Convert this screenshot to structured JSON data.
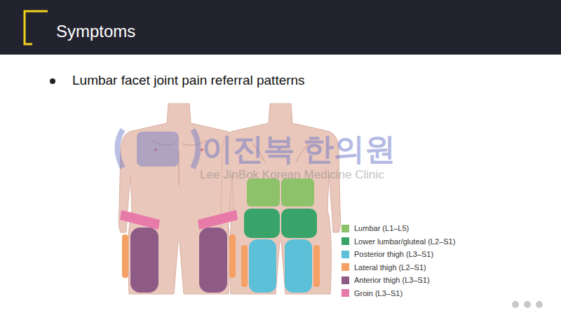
{
  "diagram": {
    "title": "Symptoms",
    "labels": [
      "Lumbar facet joint pain referral patterns",
      "이진복 한의원",
      "Lee JinBok Korean Medicine Clinic"
    ],
    "legend": [
      {
        "text": "Lumbar (L1–L5)",
        "color": "#8dc26a"
      },
      {
        "text": "Lower lumbar/gluteal (L2–S1)",
        "color": "#38a46a"
      },
      {
        "text": "Posterior thigh (L3–S1)",
        "color": "#5bc0d8"
      },
      {
        "text": "Lateral thigh (L2–S1)",
        "color": "#f5a064"
      },
      {
        "text": "Anterior thigh (L3–S1)",
        "color": "#8e5a86"
      },
      {
        "text": "Groin (L3–S1)",
        "color": "#e77aa9"
      }
    ]
  }
}
